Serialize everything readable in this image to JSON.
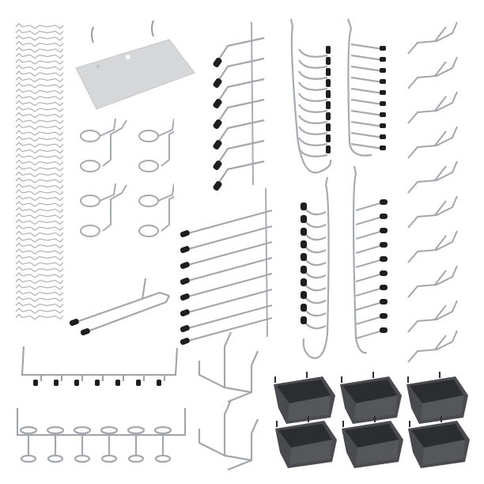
{
  "image": {
    "description": "Pegboard accessory kit product photo on white background",
    "background": "#ffffff",
    "metal_color": "#b9bcc0",
    "metal_dark": "#8e9196",
    "tip_color": "#1e1e1e",
    "bin_color": "#4a4b4e",
    "bin_dark": "#2f3033",
    "shelf_color": "#d5d6d8"
  },
  "items": [
    {
      "name": "peg-locks",
      "label": "Pegboard locks (wavy clips)",
      "count": 50
    },
    {
      "name": "shelf",
      "label": "Metal pegboard shelf",
      "count": 1
    },
    {
      "name": "double-ring-hooks",
      "label": "Double ring hooks",
      "count": 4
    },
    {
      "name": "angled-hooks",
      "label": "Angled hooks with black tips",
      "count": 7
    },
    {
      "name": "j-hooks",
      "label": "J hooks",
      "count": 10
    },
    {
      "name": "straight-hooks-short",
      "label": "Straight hooks",
      "count": 10
    },
    {
      "name": "zigzag-hooks",
      "label": "Zigzag / curved hooks",
      "count": 10
    },
    {
      "name": "long-straight-hooks",
      "label": "Long straight hooks",
      "count": 8
    },
    {
      "name": "double-prong-hook",
      "label": "Double prong hook",
      "count": 1
    },
    {
      "name": "small-j-hooks",
      "label": "Small J hooks",
      "count": 10
    },
    {
      "name": "long-angled-hooks",
      "label": "Long angled hooks",
      "count": 10
    },
    {
      "name": "tool-holder-bar",
      "label": "Multi-hook tool holder bar",
      "count": 1
    },
    {
      "name": "ring-holder-bar",
      "label": "Multi-ring holder bar",
      "count": 1
    },
    {
      "name": "u-brackets",
      "label": "U-bracket hooks",
      "count": 2
    },
    {
      "name": "bins",
      "label": "Black storage bins",
      "count": 6
    }
  ]
}
